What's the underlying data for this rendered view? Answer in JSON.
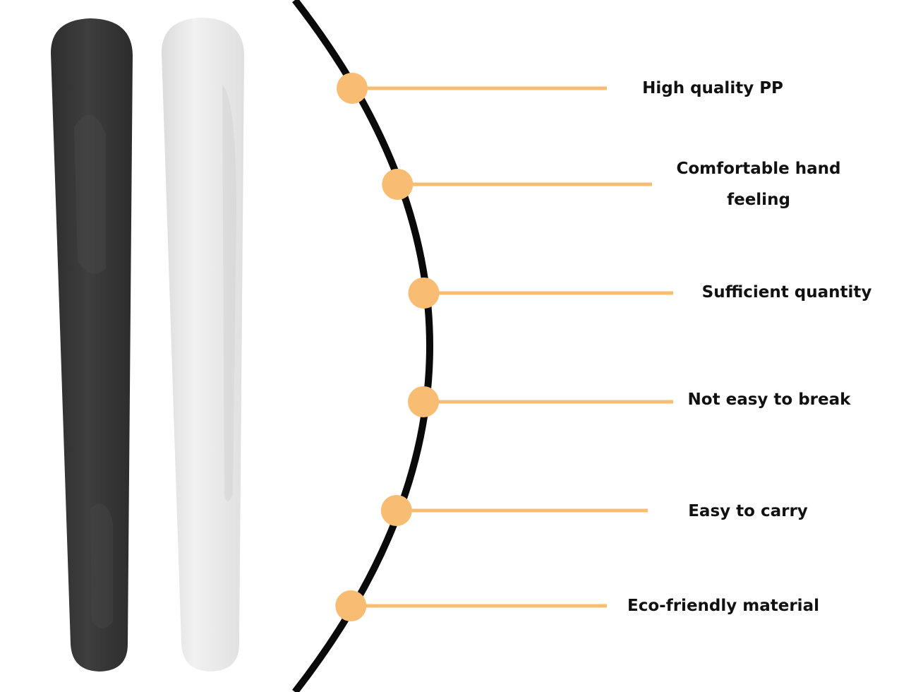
{
  "features": [
    {
      "label": "High quality PP",
      "icon": "bullet-dot-icon"
    },
    {
      "label": "Comfortable hand feeling",
      "icon": "bullet-dot-icon"
    },
    {
      "label": "Sufficient quantity",
      "icon": "bullet-dot-icon"
    },
    {
      "label": "Not easy to break",
      "icon": "bullet-dot-icon"
    },
    {
      "label": "Easy to carry",
      "icon": "bullet-dot-icon"
    },
    {
      "label": "Eco-friendly material",
      "icon": "bullet-dot-icon"
    }
  ],
  "product": {
    "items": [
      {
        "name": "black-spatula",
        "color": "#3a3a3a"
      },
      {
        "name": "white-spatula",
        "color": "#e9e9e9"
      }
    ]
  },
  "colors": {
    "accent": "#f8bd72",
    "arc": "#0a0a0a",
    "text": "#111111"
  }
}
